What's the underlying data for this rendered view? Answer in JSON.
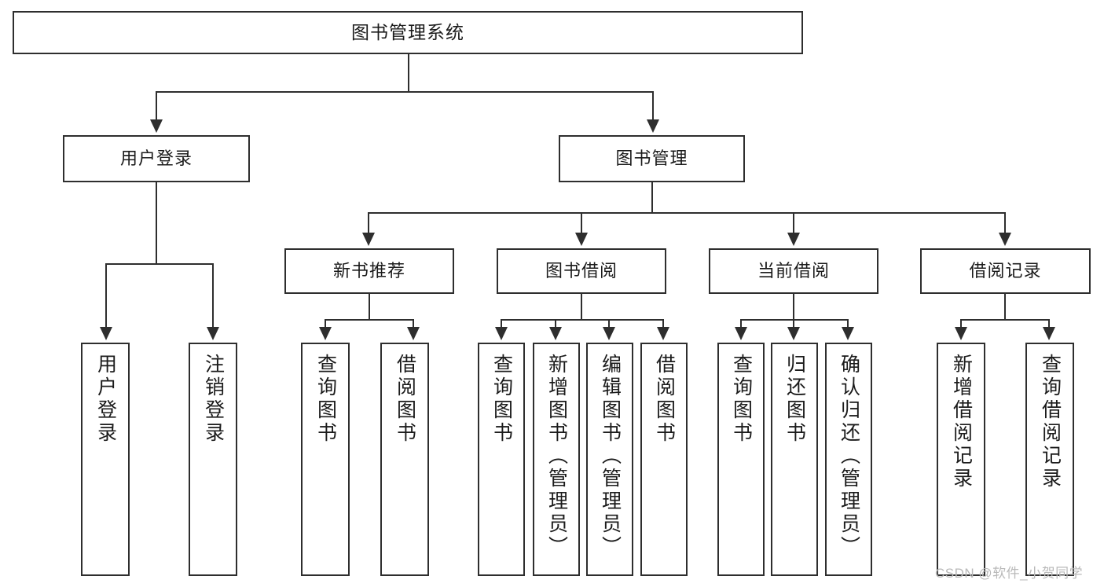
{
  "diagram": {
    "type": "tree-hierarchy",
    "title": "图书管理系统",
    "watermark": "CSDN @软件_小贺同学",
    "colors": {
      "stroke": "#2e2e2e",
      "fill": "#ffffff",
      "text": "#1b1b1b",
      "watermark": "#b9b9b9"
    },
    "nodes": {
      "root": {
        "label": "图书管理系统"
      },
      "level2": [
        {
          "id": "user-login",
          "label": "用户登录"
        },
        {
          "id": "book-manage",
          "label": "图书管理"
        }
      ],
      "level3": [
        {
          "id": "new-book-rec",
          "label": "新书推荐"
        },
        {
          "id": "book-borrow",
          "label": "图书借阅"
        },
        {
          "id": "current-borrow",
          "label": "当前借阅"
        },
        {
          "id": "borrow-record",
          "label": "借阅记录"
        }
      ],
      "leaves": [
        {
          "id": "leaf-user-login",
          "parent": "user-login",
          "label": "用户登录"
        },
        {
          "id": "leaf-logout",
          "parent": "user-login",
          "label": "注销登录"
        },
        {
          "id": "leaf-query-book-1",
          "parent": "new-book-rec",
          "label": "查询图书"
        },
        {
          "id": "leaf-borrow-book-1",
          "parent": "new-book-rec",
          "label": "借阅图书"
        },
        {
          "id": "leaf-query-book-2",
          "parent": "book-borrow",
          "label": "查询图书"
        },
        {
          "id": "leaf-add-book",
          "parent": "book-borrow",
          "label": "新增图书（管理员）"
        },
        {
          "id": "leaf-edit-book",
          "parent": "book-borrow",
          "label": "编辑图书（管理员）"
        },
        {
          "id": "leaf-borrow-book-2",
          "parent": "book-borrow",
          "label": "借阅图书"
        },
        {
          "id": "leaf-query-book-3",
          "parent": "current-borrow",
          "label": "查询图书"
        },
        {
          "id": "leaf-return-book",
          "parent": "current-borrow",
          "label": "归还图书"
        },
        {
          "id": "leaf-confirm-return",
          "parent": "current-borrow",
          "label": "确认归还（管理员）"
        },
        {
          "id": "leaf-add-record",
          "parent": "borrow-record",
          "label": "新增借阅记录"
        },
        {
          "id": "leaf-query-record",
          "parent": "borrow-record",
          "label": "查询借阅记录"
        }
      ]
    }
  }
}
